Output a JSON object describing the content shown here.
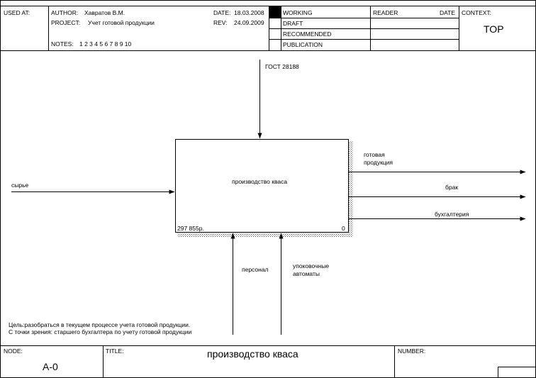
{
  "header": {
    "used_at_label": "USED AT:",
    "author_label": "AUTHOR:",
    "author_value": "Хавратов В.М.",
    "project_label": "PROJECT:",
    "project_value": "Учет готовой продукции",
    "notes_label": "NOTES:",
    "notes_value": "1  2  3  4  5  6  7  8  9  10",
    "date_label": "DATE:",
    "date_value": "18.03.2008",
    "rev_label": "REV:",
    "rev_value": "24.09.2009",
    "status": [
      "WORKING",
      "DRAFT",
      "RECOMMENDED",
      "PUBLICATION"
    ],
    "reader_label": "READER",
    "reader_date_label": "DATE",
    "context_label": "CONTEXT:",
    "context_value": "TOP"
  },
  "diagram": {
    "box": {
      "title": "производство кваса",
      "cost": "297 855р.",
      "number": "0"
    },
    "arrows": {
      "control": "ГОСТ 28188",
      "input": "сырье",
      "output_1_line1": "готовая",
      "output_1_line2": "продукция",
      "output_2": "брак",
      "output_3": "бухгалтерия",
      "mechanism_1": "персонал",
      "mechanism_2_line1": "упоковочные",
      "mechanism_2_line2": "автоматы"
    },
    "purpose_line1": "Цель:разобраться в текущем процессе учета готовой продукции.",
    "purpose_line2": "С точки зрения: старшего бухгалтера по учету готовой продукции"
  },
  "footer": {
    "node_label": "NODE:",
    "node_value": "A-0",
    "title_label": "TITLE:",
    "title_value": "производство кваса",
    "number_label": "NUMBER:"
  }
}
